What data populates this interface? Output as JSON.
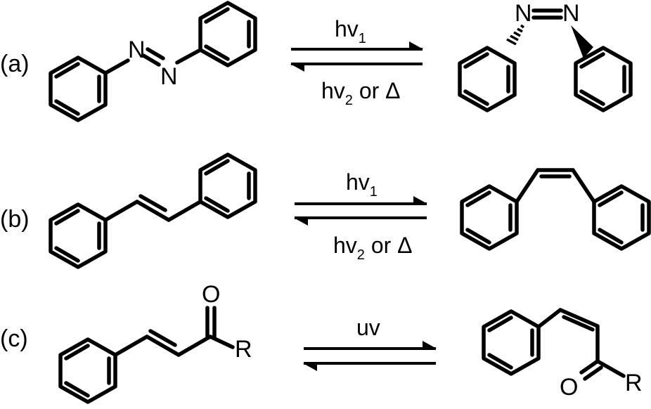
{
  "figure": {
    "panels": [
      {
        "label": "(a)",
        "reactant": {
          "atoms": [
            "N",
            "N"
          ]
        },
        "forward": {
          "text": "hv",
          "sub": "1"
        },
        "reverse": {
          "text": "hv",
          "sub": "2",
          "tail": " or Δ"
        },
        "product": {
          "atoms": [
            "N",
            "N"
          ]
        }
      },
      {
        "label": "(b)",
        "forward": {
          "text": "hv",
          "sub": "1"
        },
        "reverse": {
          "text": "hv",
          "sub": "2",
          "tail": " or Δ"
        }
      },
      {
        "label": "(c)",
        "reactant": {
          "atoms": [
            "O",
            "R"
          ]
        },
        "forward": {
          "text": "uv"
        },
        "product": {
          "atoms": [
            "O",
            "R"
          ]
        }
      }
    ]
  }
}
